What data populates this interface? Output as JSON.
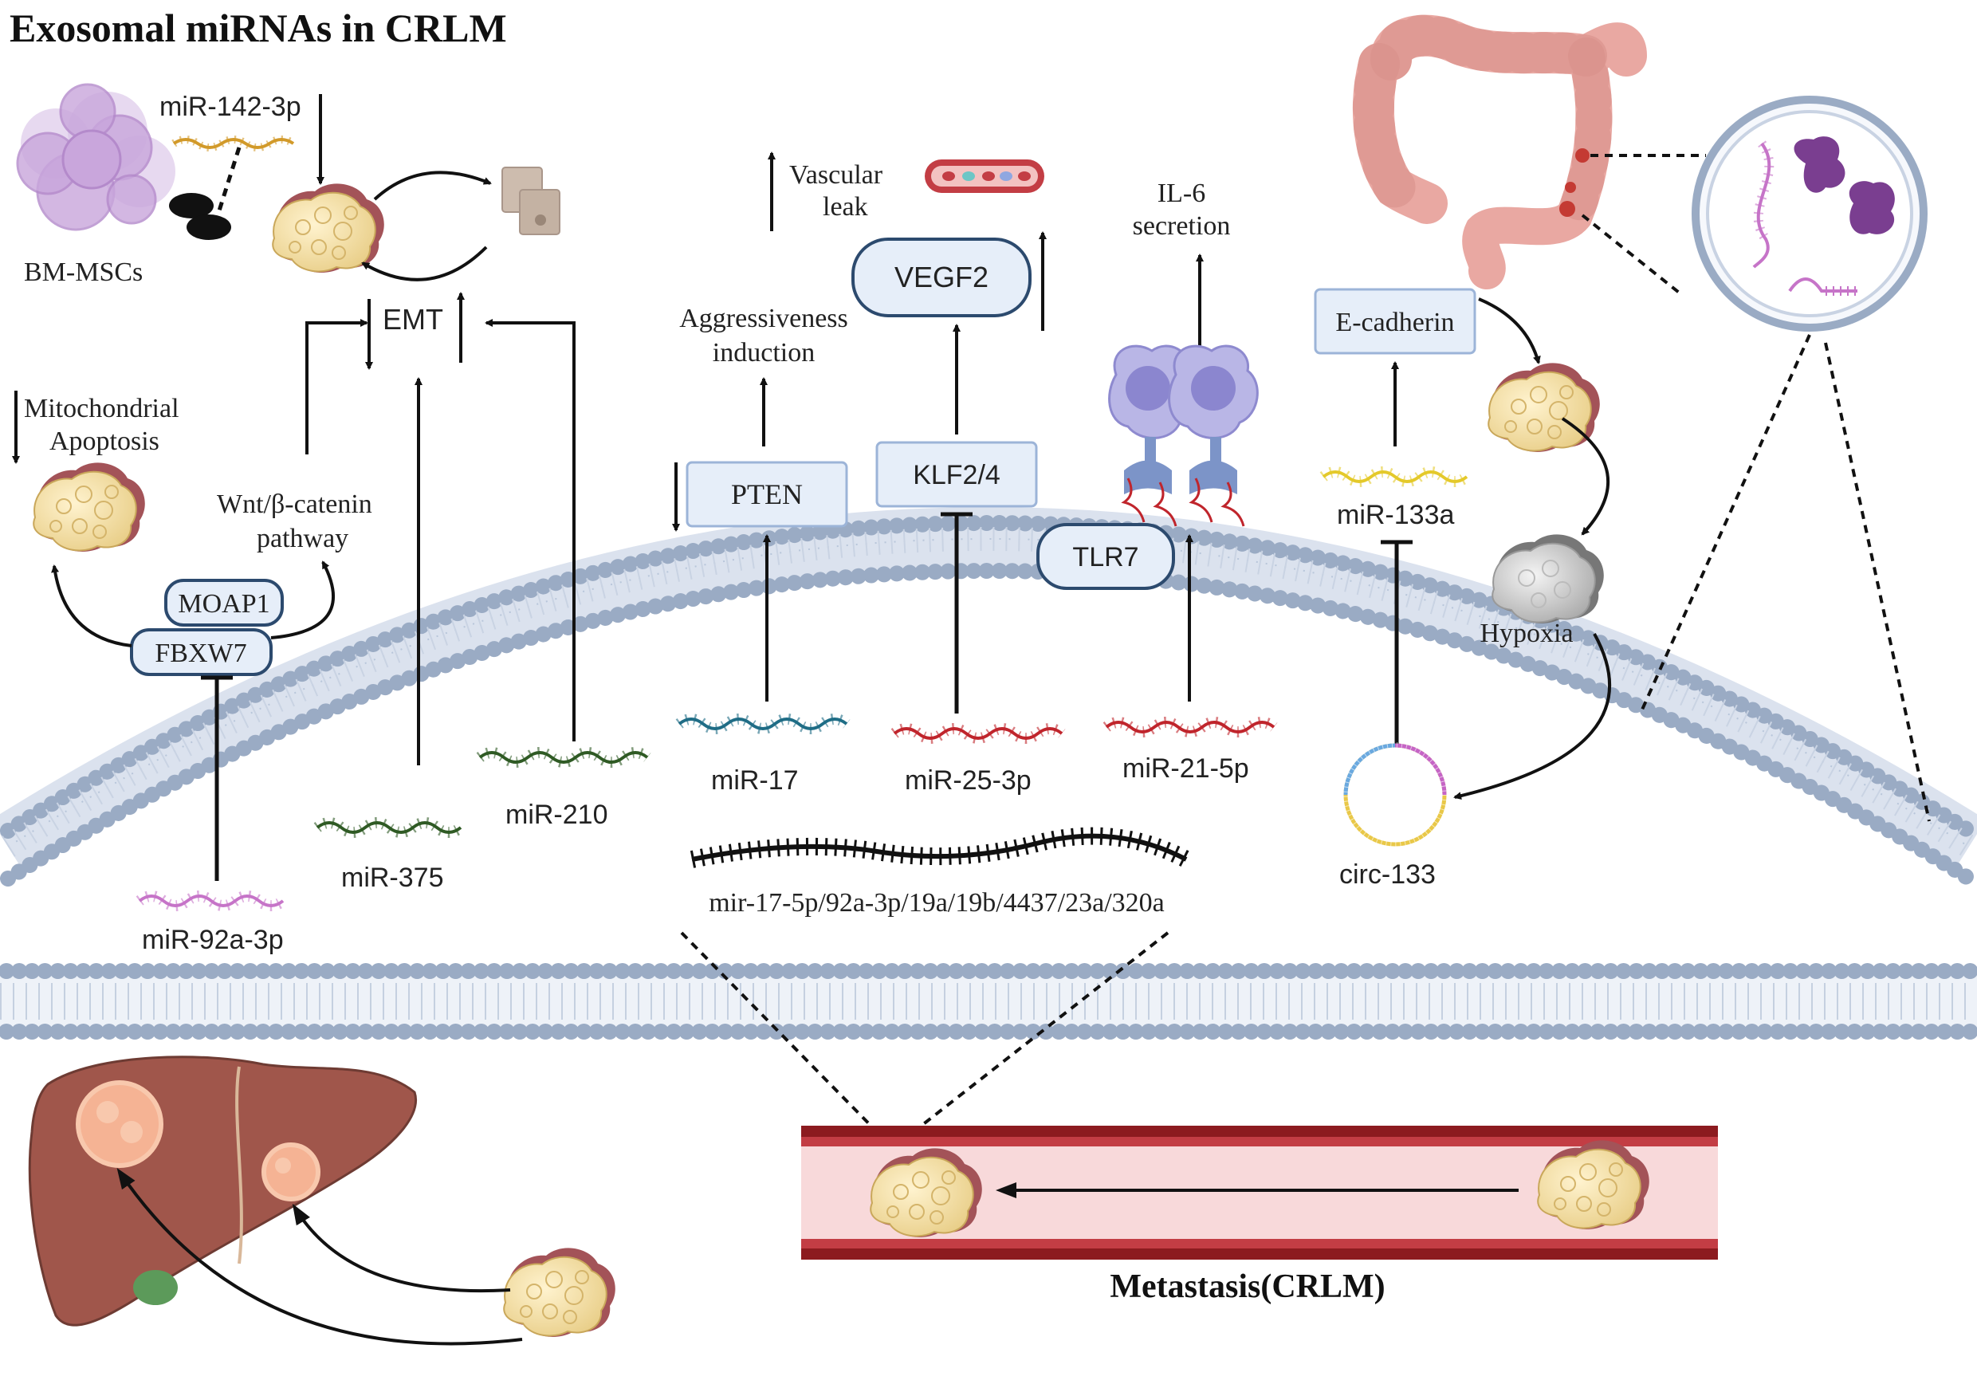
{
  "title": "Exosomal miRNAs in CRLM",
  "labels": {
    "bm_mscs": "BM-MSCs",
    "mir_142": "miR-142-3p",
    "emt": "EMT",
    "mito_line1": "Mitochondrial",
    "mito_line2": "Apoptosis",
    "wnt_line1": "Wnt/β-catenin",
    "wnt_line2": "pathway",
    "moap1": "MOAP1",
    "fbxw7": "FBXW7",
    "mir_92a": "miR-92a-3p",
    "mir_375": "miR-375",
    "mir_210": "miR-210",
    "vascular_line1": "Vascular",
    "vascular_line2": "leak",
    "vegf2": "VEGF2",
    "aggr_line1": "Aggressiveness",
    "aggr_line2": "induction",
    "pten": "PTEN",
    "klf": "KLF2/4",
    "il6_line1": "IL-6",
    "il6_line2": "secretion",
    "tlr7": "TLR7",
    "mir_17": "miR-17",
    "mir_25": "miR-25-3p",
    "mir_21": "miR-21-5p",
    "cluster": "mir-17-5p/92a-3p/19a/19b/4437/23a/320a",
    "ecadherin": "E-cadherin",
    "mir_133a": "miR-133a",
    "hypoxia": "Hypoxia",
    "circ_133": "circ-133",
    "metastasis": "Metastasis(CRLM)"
  },
  "colors": {
    "box_fill": "#e6eef9",
    "box_stroke_light": "#9cb4d8",
    "box_stroke_dark": "#2c4a6e",
    "membrane": "#9aabc4",
    "tumor": "#f1dca0",
    "tumor_edge": "#a35358",
    "liver": "#a0564b",
    "vessel": "#9a1b1f",
    "colon": "#e9a8a2"
  }
}
